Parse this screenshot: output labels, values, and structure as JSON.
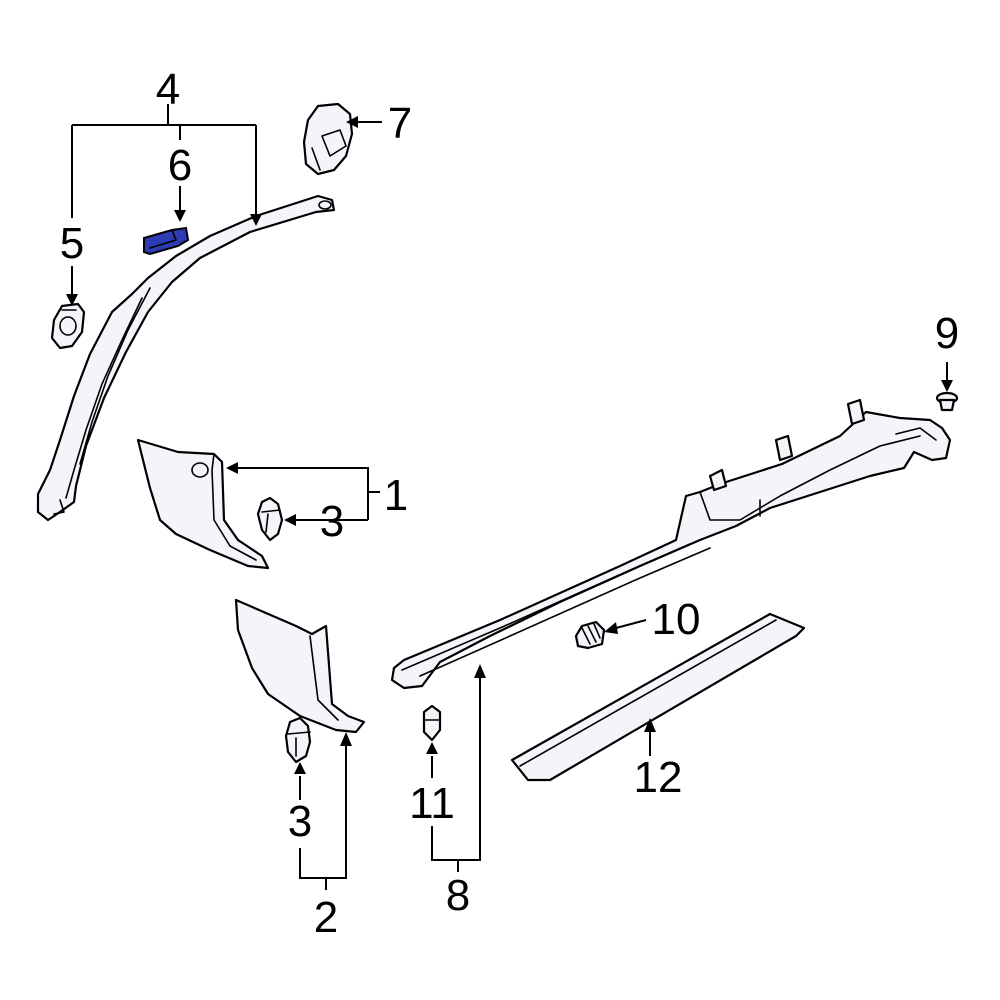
{
  "diagram": {
    "callouts": {
      "c1": "1",
      "c2": "2",
      "c3a": "3",
      "c3b": "3",
      "c4": "4",
      "c5": "5",
      "c6": "6",
      "c7": "7",
      "c8": "8",
      "c9": "9",
      "c10": "10",
      "c11": "11",
      "c12": "12"
    },
    "colors": {
      "highlight": "#2d3cb4",
      "part_fill": "#f4f5fb",
      "line": "#000000"
    },
    "highlighted_part": "6"
  }
}
